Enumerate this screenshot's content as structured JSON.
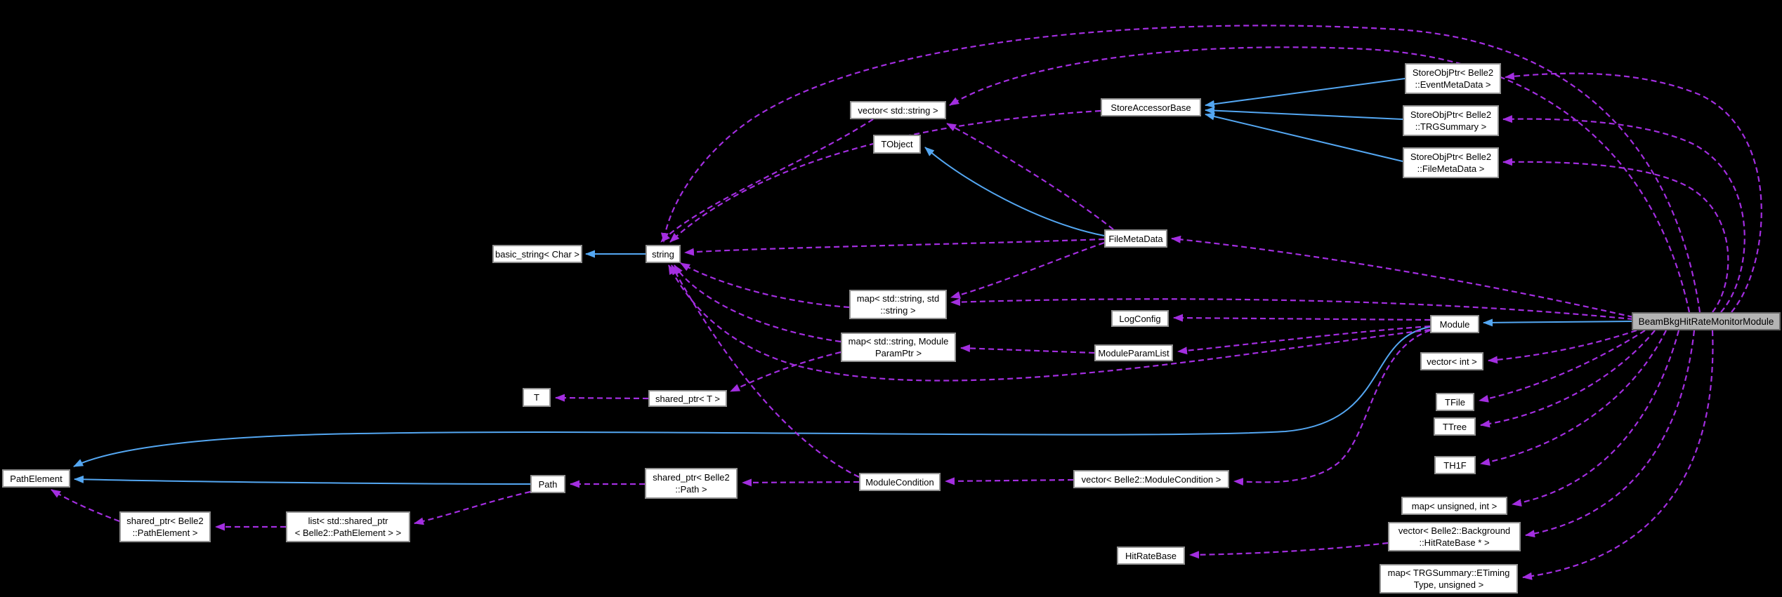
{
  "diagram": {
    "type": "collaboration-graph",
    "main_node": "BeamBkgHitRateMonitorModule",
    "colors": {
      "background": "#000000",
      "usage_edge": "#a32ee0",
      "inheritance_edge": "#54a7f2",
      "node_fill": "#ffffff",
      "node_border": "#919191",
      "main_node_fill": "#b4b4b4",
      "text": "#000000"
    },
    "nodes": {
      "store_obj_event": {
        "label": "StoreObjPtr< Belle2\n::EventMetaData >"
      },
      "store_obj_trg": {
        "label": "StoreObjPtr< Belle2\n::TRGSummary >"
      },
      "store_obj_filemeta": {
        "label": "StoreObjPtr< Belle2\n::FileMetaData >"
      },
      "store_accessor": {
        "label": "StoreAccessorBase"
      },
      "vector_string": {
        "label": "vector< std::string >"
      },
      "tobject": {
        "label": "TObject"
      },
      "filemetadata": {
        "label": "FileMetaData"
      },
      "basic_string": {
        "label": "basic_string< Char >"
      },
      "string": {
        "label": "string"
      },
      "map_string_string": {
        "label": "map< std::string, std\n::string >"
      },
      "logconfig": {
        "label": "LogConfig"
      },
      "map_module_param": {
        "label": "map< std::string, Module\nParamPtr >"
      },
      "module_param_list": {
        "label": "ModuleParamList"
      },
      "module": {
        "label": "Module"
      },
      "beambkg": {
        "label": "BeamBkgHitRateMonitorModule"
      },
      "vector_int": {
        "label": "vector< int >"
      },
      "tfile": {
        "label": "TFile"
      },
      "ttree": {
        "label": "TTree"
      },
      "th1f": {
        "label": "TH1F"
      },
      "map_unsigned_int": {
        "label": "map< unsigned, int >"
      },
      "vector_hitratebase": {
        "label": "vector< Belle2::Background\n::HitRateBase * >"
      },
      "map_trg_etiming": {
        "label": "map< TRGSummary::ETiming\nType, unsigned >"
      },
      "pathelement": {
        "label": "PathElement"
      },
      "sptr_pathelement": {
        "label": "shared_ptr< Belle2\n::PathElement >"
      },
      "list_sptr_pathelement": {
        "label": "list< std::shared_ptr\n< Belle2::PathElement > >"
      },
      "path": {
        "label": "Path"
      },
      "sptr_path": {
        "label": "shared_ptr< Belle2\n::Path >"
      },
      "modulecondition": {
        "label": "ModuleCondition"
      },
      "vector_modulecondition": {
        "label": "vector< Belle2::ModuleCondition >"
      },
      "hitratebase": {
        "label": "HitRateBase"
      },
      "t_node": {
        "label": "T"
      },
      "sptr_t": {
        "label": "shared_ptr< T >"
      }
    },
    "edges": [
      {
        "from": "store_obj_event",
        "to": "store_accessor",
        "style": "solid"
      },
      {
        "from": "store_obj_trg",
        "to": "store_accessor",
        "style": "solid"
      },
      {
        "from": "store_obj_filemeta",
        "to": "store_accessor",
        "style": "solid"
      },
      {
        "from": "string",
        "to": "basic_string",
        "style": "solid"
      },
      {
        "from": "filemetadata",
        "to": "tobject",
        "style": "solid"
      },
      {
        "from": "beambkg",
        "to": "module",
        "style": "solid"
      },
      {
        "from": "module",
        "to": "pathelement",
        "style": "solid"
      },
      {
        "from": "path",
        "to": "pathelement",
        "style": "solid"
      },
      {
        "from": "beambkg",
        "to": "store_obj_event",
        "style": "dashed"
      },
      {
        "from": "beambkg",
        "to": "store_obj_trg",
        "style": "dashed"
      },
      {
        "from": "beambkg",
        "to": "store_obj_filemeta",
        "style": "dashed"
      },
      {
        "from": "beambkg",
        "to": "filemetadata",
        "style": "dashed"
      },
      {
        "from": "beambkg",
        "to": "string",
        "style": "dashed"
      },
      {
        "from": "beambkg",
        "to": "vector_string",
        "style": "dashed"
      },
      {
        "from": "beambkg",
        "to": "map_string_string",
        "style": "dashed"
      },
      {
        "from": "beambkg",
        "to": "vector_int",
        "style": "dashed"
      },
      {
        "from": "beambkg",
        "to": "tfile",
        "style": "dashed"
      },
      {
        "from": "beambkg",
        "to": "ttree",
        "style": "dashed"
      },
      {
        "from": "beambkg",
        "to": "th1f",
        "style": "dashed"
      },
      {
        "from": "beambkg",
        "to": "map_unsigned_int",
        "style": "dashed"
      },
      {
        "from": "beambkg",
        "to": "vector_hitratebase",
        "style": "dashed"
      },
      {
        "from": "beambkg",
        "to": "map_trg_etiming",
        "style": "dashed"
      },
      {
        "from": "filemetadata",
        "to": "string",
        "style": "dashed"
      },
      {
        "from": "filemetadata",
        "to": "map_string_string",
        "style": "dashed"
      },
      {
        "from": "filemetadata",
        "to": "vector_string",
        "style": "dashed"
      },
      {
        "from": "store_accessor",
        "to": "string",
        "style": "dashed"
      },
      {
        "from": "vector_string",
        "to": "string",
        "style": "dashed"
      },
      {
        "from": "map_string_string",
        "to": "string",
        "style": "dashed"
      },
      {
        "from": "map_module_param",
        "to": "string",
        "style": "dashed"
      },
      {
        "from": "module",
        "to": "string",
        "style": "dashed"
      },
      {
        "from": "modulecondition",
        "to": "string",
        "style": "dashed"
      },
      {
        "from": "module",
        "to": "logconfig",
        "style": "dashed"
      },
      {
        "from": "module",
        "to": "module_param_list",
        "style": "dashed"
      },
      {
        "from": "module_param_list",
        "to": "map_module_param",
        "style": "dashed"
      },
      {
        "from": "map_module_param",
        "to": "sptr_t",
        "style": "dashed"
      },
      {
        "from": "sptr_t",
        "to": "t_node",
        "style": "dashed"
      },
      {
        "from": "modulecondition",
        "to": "sptr_path",
        "style": "dashed"
      },
      {
        "from": "sptr_path",
        "to": "path",
        "style": "dashed"
      },
      {
        "from": "path",
        "to": "list_sptr_pathelement",
        "style": "dashed"
      },
      {
        "from": "list_sptr_pathelement",
        "to": "sptr_pathelement",
        "style": "dashed"
      },
      {
        "from": "sptr_pathelement",
        "to": "pathelement",
        "style": "dashed"
      },
      {
        "from": "module",
        "to": "vector_modulecondition",
        "style": "dashed"
      },
      {
        "from": "vector_modulecondition",
        "to": "modulecondition",
        "style": "dashed"
      },
      {
        "from": "vector_hitratebase",
        "to": "hitratebase",
        "style": "dashed"
      }
    ]
  }
}
